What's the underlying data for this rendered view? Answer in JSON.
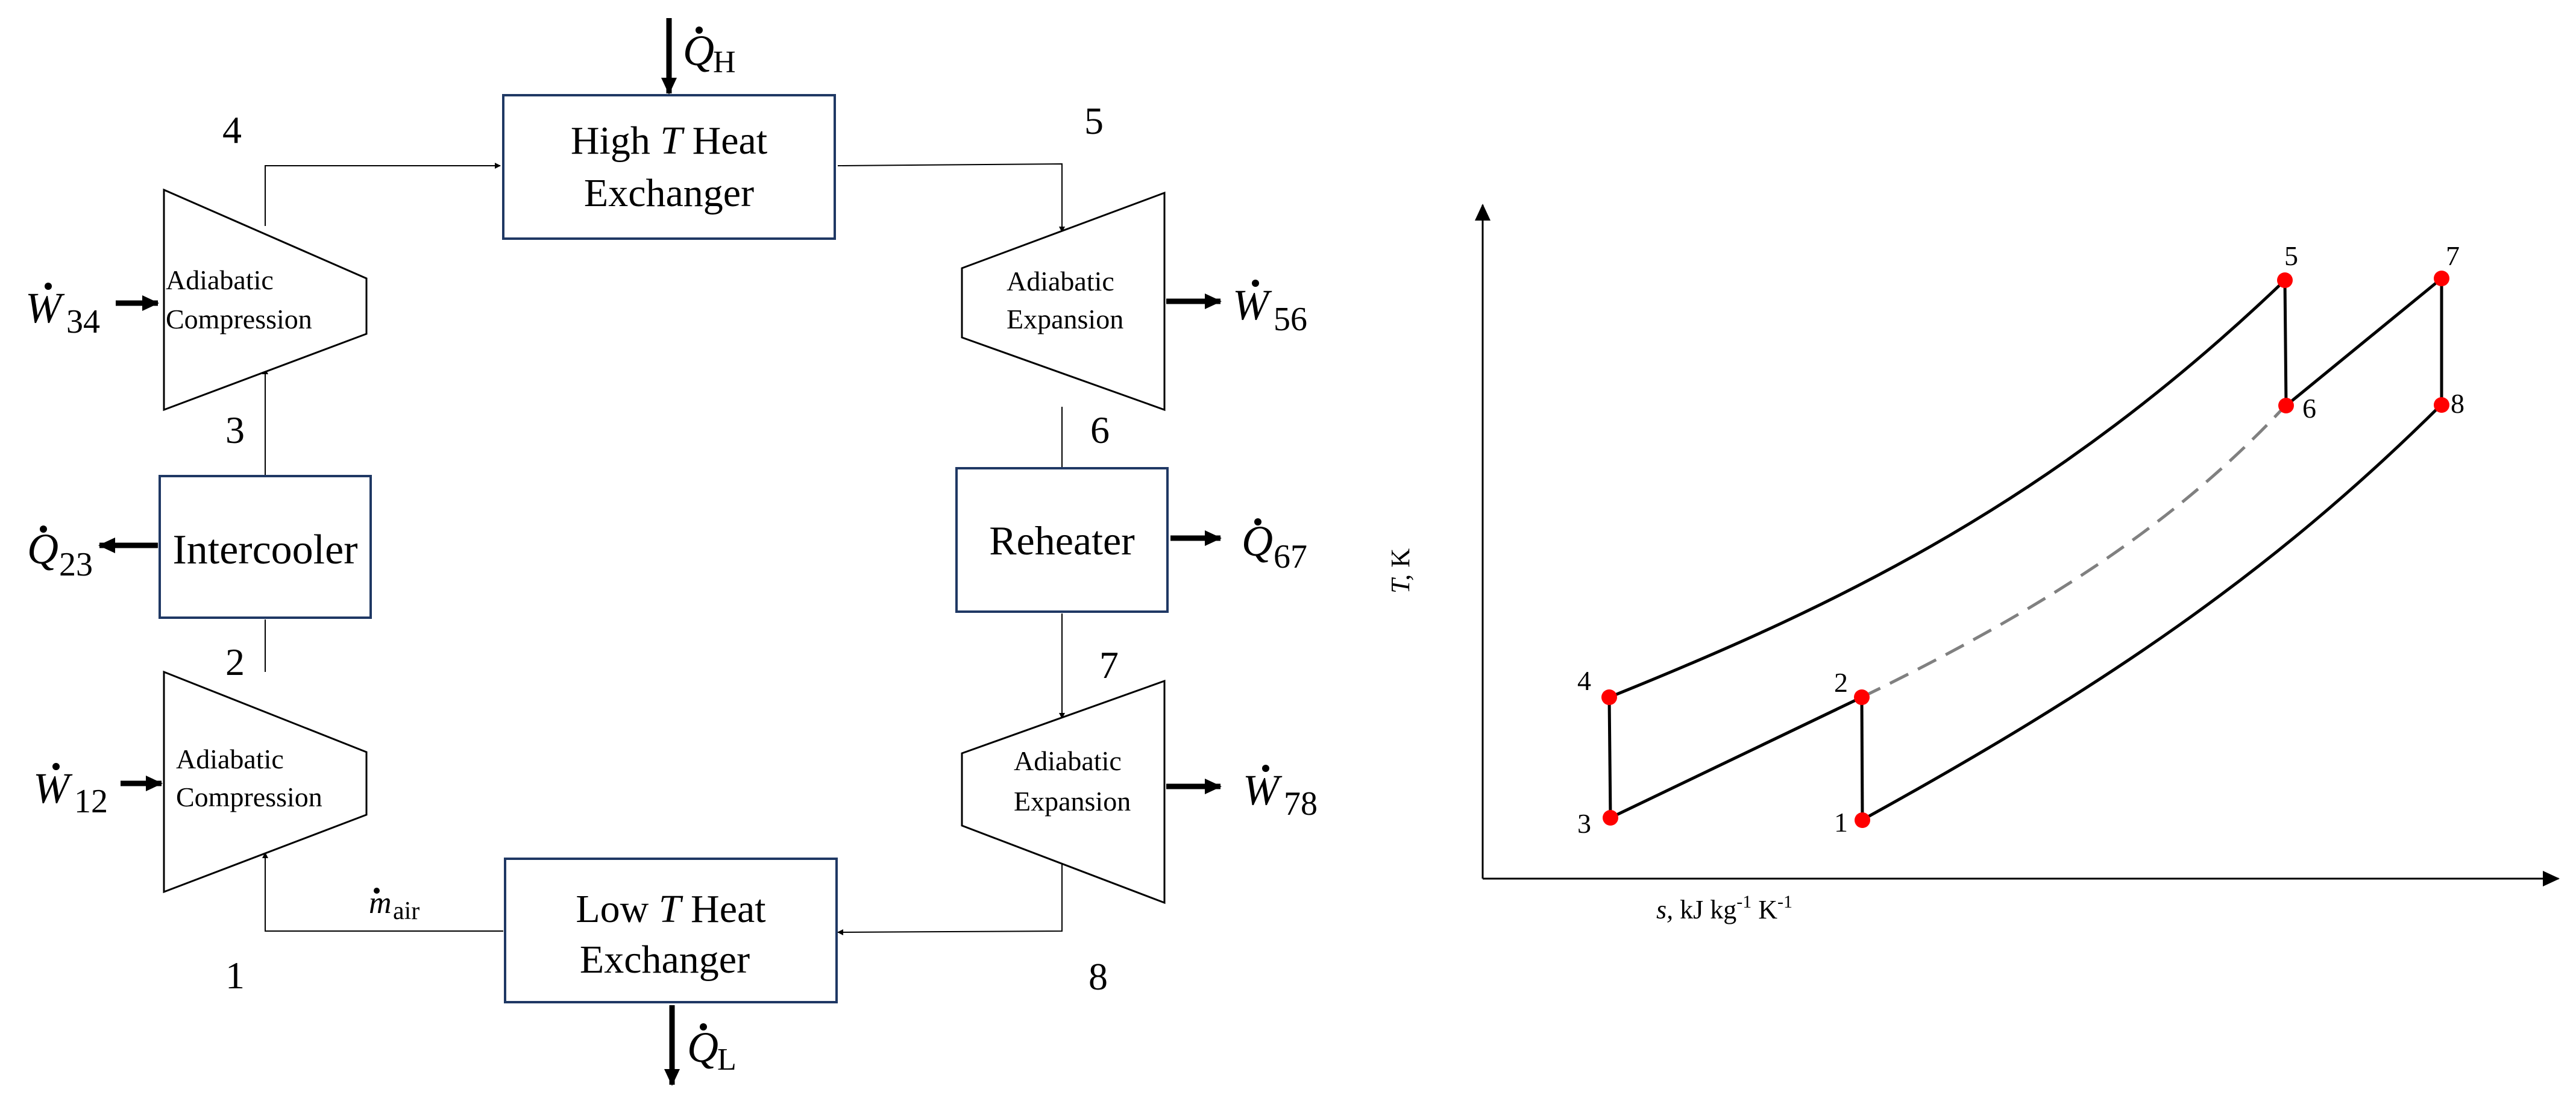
{
  "schematic": {
    "hx_high": {
      "line1": "High ",
      "italic": "T",
      "line1_end": " Heat",
      "line2": "Exchanger"
    },
    "hx_low": {
      "line1": "Low ",
      "italic": "T",
      "line1_end": " Heat",
      "line2": "Exchanger"
    },
    "comp_low": {
      "line1": "Adiabatic",
      "line2": "Compression"
    },
    "comp_high": {
      "line1": "Adiabatic",
      "line2": "Compression"
    },
    "turb_high": {
      "line1": "Adiabatic",
      "line2": "Expansion"
    },
    "turb_low": {
      "line1": "Adiabatic",
      "line2": "Expansion"
    },
    "intercooler": "Intercooler",
    "reheater": "Reheater",
    "state_labels": [
      "1",
      "2",
      "3",
      "4",
      "5",
      "6",
      "7",
      "8"
    ],
    "heat_high": {
      "symbol": "Q",
      "sub": "H"
    },
    "heat_low": {
      "symbol": "Q",
      "sub": "L"
    },
    "heat_23": {
      "symbol": "Q",
      "sub": "23"
    },
    "heat_67": {
      "symbol": "Q",
      "sub": "67"
    },
    "work_12": {
      "symbol": "W",
      "sub": "12"
    },
    "work_34": {
      "symbol": "W",
      "sub": "34"
    },
    "work_56": {
      "symbol": "W",
      "sub": "56"
    },
    "work_78": {
      "symbol": "W",
      "sub": "78"
    },
    "mass_flow": {
      "symbol": "m",
      "sub": "air"
    }
  },
  "ts_diagram": {
    "xlabel_italic": "s,",
    "xlabel_rest": " kJ kg",
    "xlabel_sup1": "-1",
    "xlabel_mid": " K",
    "xlabel_sup2": "-1",
    "ylabel_italic": "T,",
    "ylabel_rest": " K",
    "points": [
      {
        "label": "1"
      },
      {
        "label": "2"
      },
      {
        "label": "3"
      },
      {
        "label": "4"
      },
      {
        "label": "5"
      },
      {
        "label": "6"
      },
      {
        "label": "7"
      },
      {
        "label": "8"
      }
    ],
    "colors": {
      "point": "#ff0000",
      "dashed": "#808080",
      "line": "#000000"
    }
  }
}
